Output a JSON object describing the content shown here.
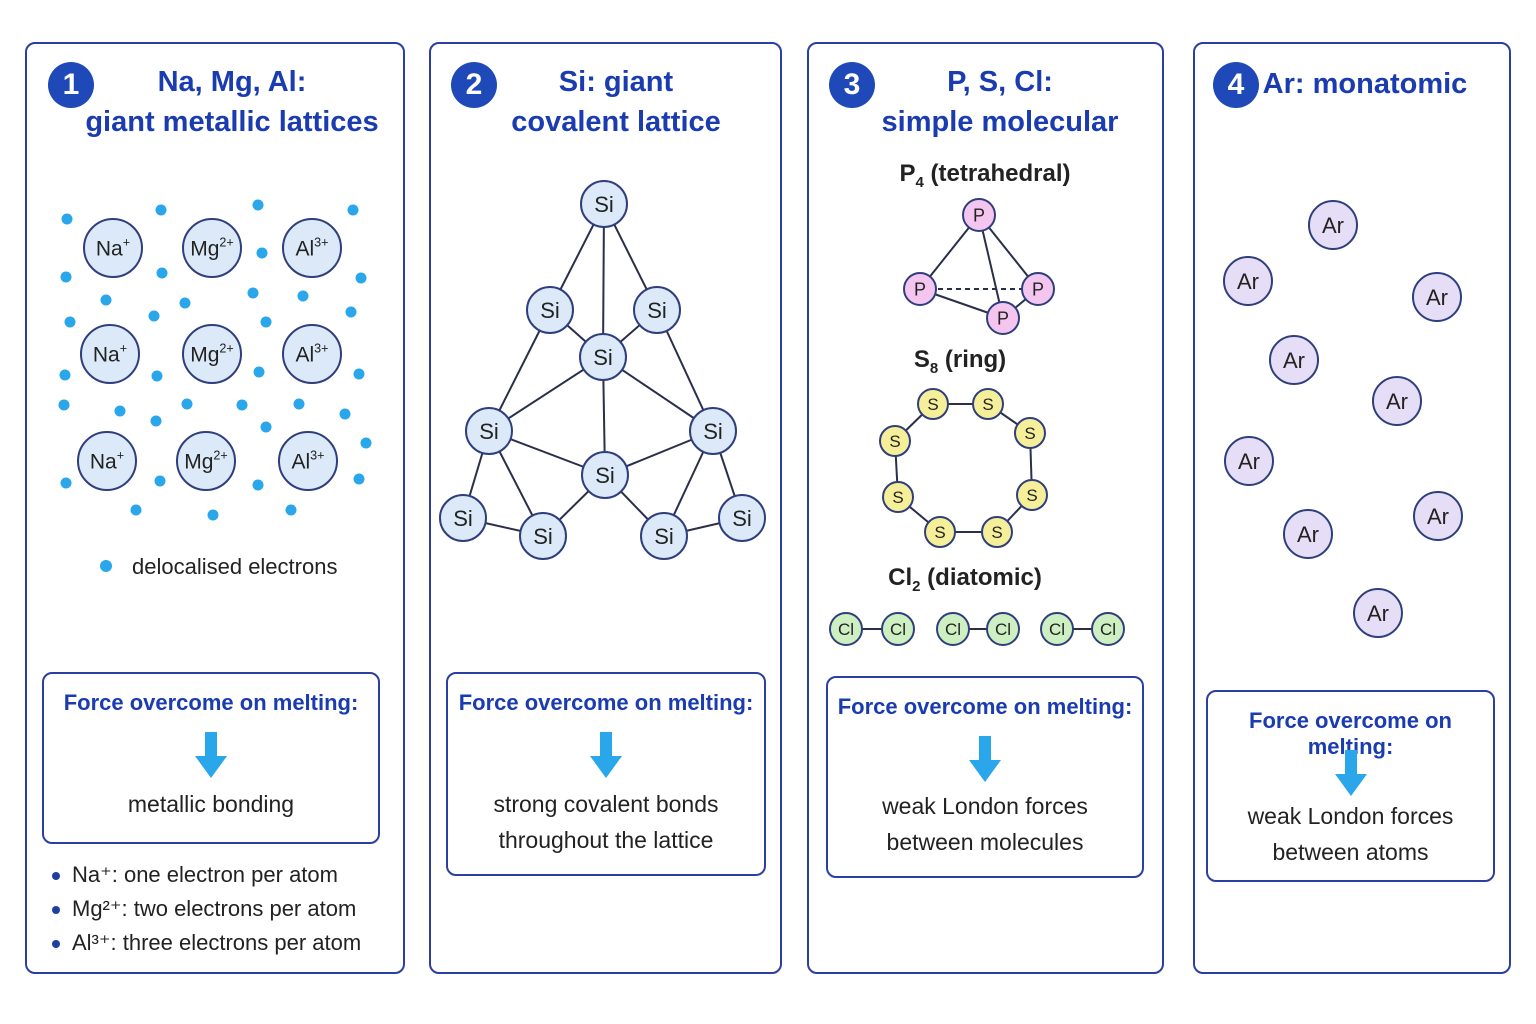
{
  "panels": [
    {
      "number": "1",
      "title_line1": "Na, Mg, Al:",
      "title_line2": "giant metallic lattices",
      "legend": "delocalised electrons",
      "force_heading": "Force overcome on melting:",
      "force_line1": "metallic bonding",
      "force_line2": "",
      "notes": [
        "Na⁺: one electron per atom",
        "Mg²⁺: two electrons per atom",
        "Al³⁺: three electrons per atom"
      ]
    },
    {
      "number": "2",
      "title_line1": "Si: giant",
      "title_line2": "covalent lattice",
      "force_heading": "Force overcome on melting:",
      "force_line1": "strong covalent bonds",
      "force_line2": "throughout the lattice"
    },
    {
      "number": "3",
      "title_line1": "P, S, Cl:",
      "title_line2": "simple molecular",
      "sub_p4": {
        "base": "P",
        "sub": "4",
        "rest": " (tetrahedral)"
      },
      "sub_s8": {
        "base": "S",
        "sub": "8",
        "rest": " (ring)"
      },
      "sub_cl2": {
        "base": "Cl",
        "sub": "2",
        "rest": " (diatomic)"
      },
      "force_heading": "Force overcome on melting:",
      "force_line1": "weak London forces",
      "force_line2": "between molecules"
    },
    {
      "number": "4",
      "title_line1": "",
      "title_line2": "Ar: monatomic",
      "force_heading": "Force overcome on melting:",
      "force_line1": "weak London forces",
      "force_line2": "between atoms"
    }
  ],
  "atoms": {
    "na": {
      "label": "Na",
      "charge": "+"
    },
    "mg": {
      "label": "Mg",
      "charge": "2+"
    },
    "al": {
      "label": "Al",
      "charge": "3+"
    },
    "si": "Si",
    "p": "P",
    "s": "S",
    "cl": "Cl",
    "ar": "Ar"
  },
  "colors": {
    "border": "#2b3fa3",
    "title": "#1a3cb0",
    "electron": "#2aa6ea",
    "ion_fill": "#dbe9f8",
    "si_fill": "#dbe9f8",
    "p_fill": "#f4c6ef",
    "s_fill": "#f6ef9a",
    "cl_fill": "#cdefc2",
    "ar_fill": "#e6def6",
    "arrow": "#2aa6ea"
  }
}
